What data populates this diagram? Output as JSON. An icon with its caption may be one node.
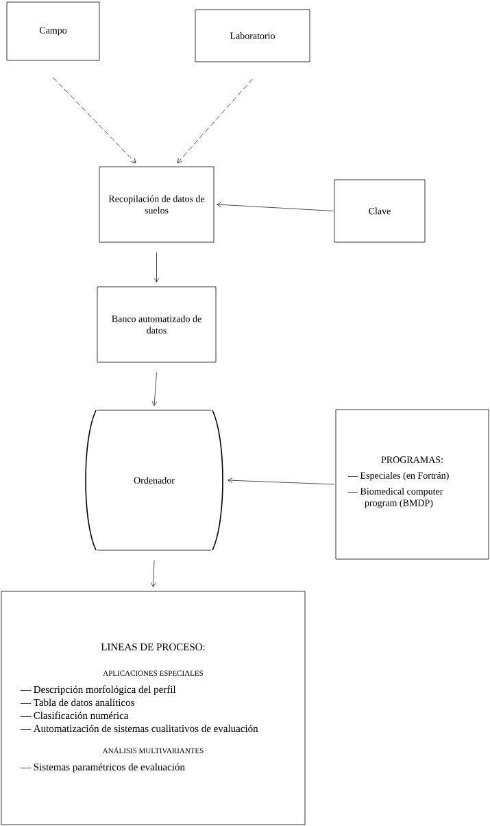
{
  "diagram": {
    "nodes": [
      {
        "text": [
          "Campo"
        ]
      },
      {
        "text": [
          "Laboratorio"
        ]
      },
      {
        "text": [
          "Recopilación de datos de suelos"
        ]
      },
      {
        "text": [
          "Clave"
        ]
      },
      {
        "text": [
          "Banco automatizado de datos"
        ]
      },
      {
        "text": [
          "Ordenador"
        ]
      },
      {
        "text": [
          "PROGRAMAS:",
          "— Especiales (en Fortrán)",
          "— Biomedical computer program (BMDP)"
        ]
      },
      {
        "text": [
          "LINEAS DE PROCESO:",
          "APLICACIONES ESPECIALES",
          "— Descripción morfológica del perfil",
          "— Tabla de datos analíticos",
          "— Clasificación numérica",
          "— Automatización de sistemas cualitativos de evaluación",
          "ANÁLISIS MULTIVARIANTES",
          "— Sistemas paramétricos de evaluación"
        ]
      }
    ],
    "edges": [
      {
        "from": 0,
        "to": 2,
        "arrow": "to",
        "style": "dashed"
      },
      {
        "from": 1,
        "to": 2,
        "arrow": "to",
        "style": "dashed"
      },
      {
        "from": 3,
        "to": 2,
        "arrow": "to"
      },
      {
        "from": 2,
        "to": 4,
        "arrow": "to"
      },
      {
        "from": 4,
        "to": 5,
        "arrow": "to"
      },
      {
        "from": 6,
        "to": 5,
        "arrow": "to"
      },
      {
        "from": 5,
        "to": 7,
        "arrow": "to"
      }
    ]
  }
}
